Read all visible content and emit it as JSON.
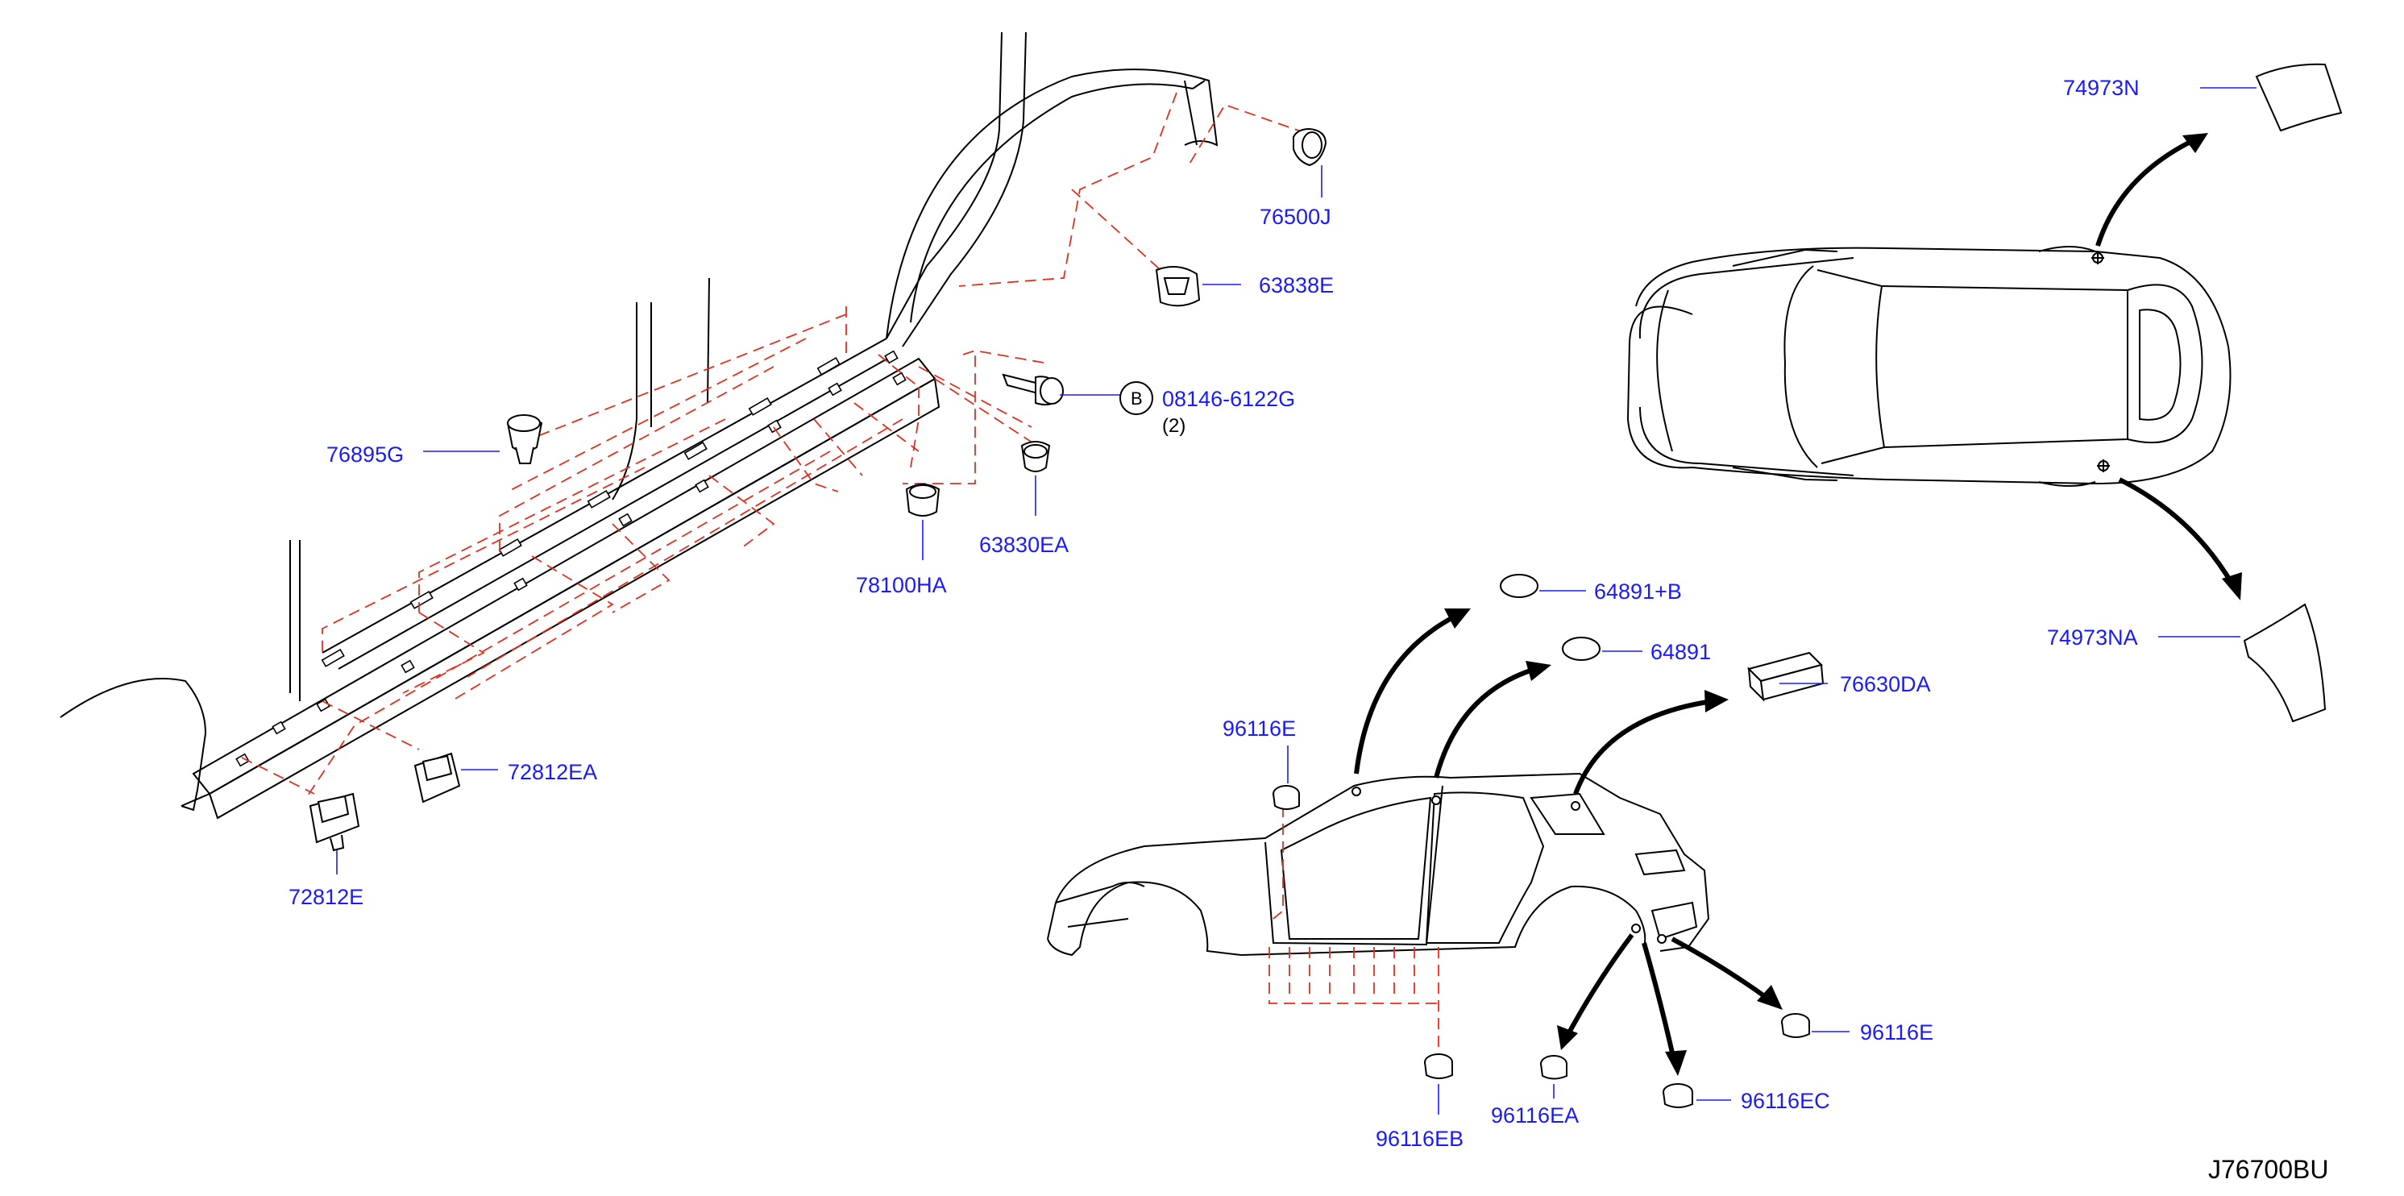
{
  "diagram_id": "J76700BU",
  "bolt_ref": {
    "circle_letter": "B",
    "part": "08146-6122G",
    "qty": "(2)"
  },
  "colors": {
    "label": "#1a1aff",
    "guide_dash": "#e0301e",
    "line": "#000000"
  },
  "labels": {
    "p76500J": "76500J",
    "p63838E": "63838E",
    "p76895G": "76895G",
    "p63830EA": "63830EA",
    "p78100HA": "78100HA",
    "p72812EA": "72812EA",
    "p72812E": "72812E",
    "p74973N": "74973N",
    "p74973NA": "74973NA",
    "p64891B": "64891+B",
    "p64891": "64891",
    "p76630DA": "76630DA",
    "p96116E_top": "96116E",
    "p96116E_right": "96116E",
    "p96116EB": "96116EB",
    "p96116EA": "96116EA",
    "p96116EC": "96116EC"
  }
}
